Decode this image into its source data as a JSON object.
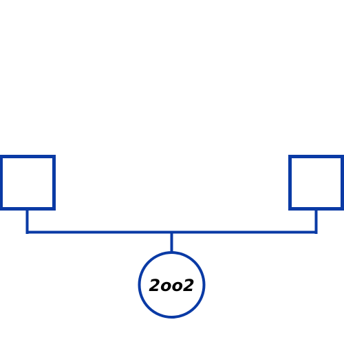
{
  "diagram": {
    "colors": {
      "stroke": "#0a3aa5",
      "background": "#ffffff",
      "text": "#000000"
    },
    "nodes": [
      {
        "id": "left-parent",
        "shape": "square",
        "label": ""
      },
      {
        "id": "right-parent",
        "shape": "square",
        "label": ""
      },
      {
        "id": "child",
        "shape": "circle",
        "label": "2oo2"
      }
    ]
  }
}
